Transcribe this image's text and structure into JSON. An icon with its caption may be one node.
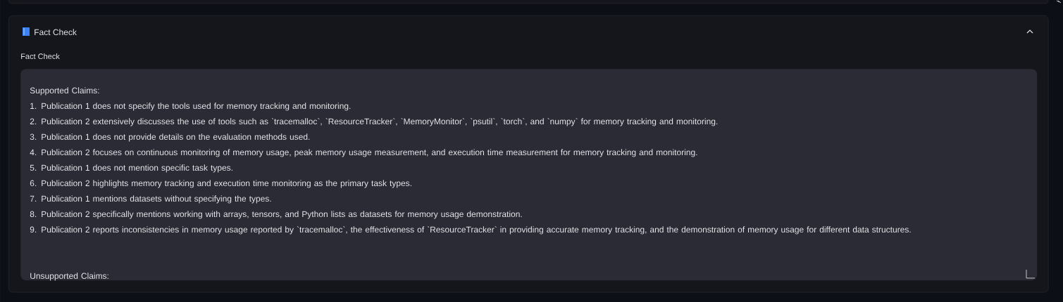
{
  "diagram": {
    "nodes": [
      {
        "text": [
          "Fact Check"
        ]
      },
      {
        "text": [
          "Fact Check",
          "Supported Claims:",
          "1. Publication 1 does not specify the tools used for memory tracking and monitoring.",
          "2. Publication 2 extensively discusses the use of tools such as `tracemalloc`, `ResourceTracker`, `MemoryMonitor`, `psutil`, `torch`, and `numpy` for memory tracking and monitoring.",
          "3. Publication 1 does not provide details on the evaluation methods used.",
          "4. Publication 2 focuses on continuous monitoring of memory usage, peak memory usage measurement, and execution time measurement for memory tracking and monitoring.",
          "5. Publication 1 does not mention specific task types.",
          "6. Publication 2 highlights memory tracking and execution time monitoring as the primary task types.",
          "7. Publication 1 mentions datasets without specifying the types.",
          "8. Publication 2 specifically mentions working with arrays, tensors, and Python lists as datasets for memory usage demonstration.",
          "9. Publication 2 reports inconsistencies in memory usage reported by `tracemalloc`, the effectiveness of `ResourceTracker` in providing accurate memory tracking, and the demonstration of memory usage for different data structures.",
          "Unsupported Claims:"
        ],
        "in": 0
      }
    ]
  }
}
